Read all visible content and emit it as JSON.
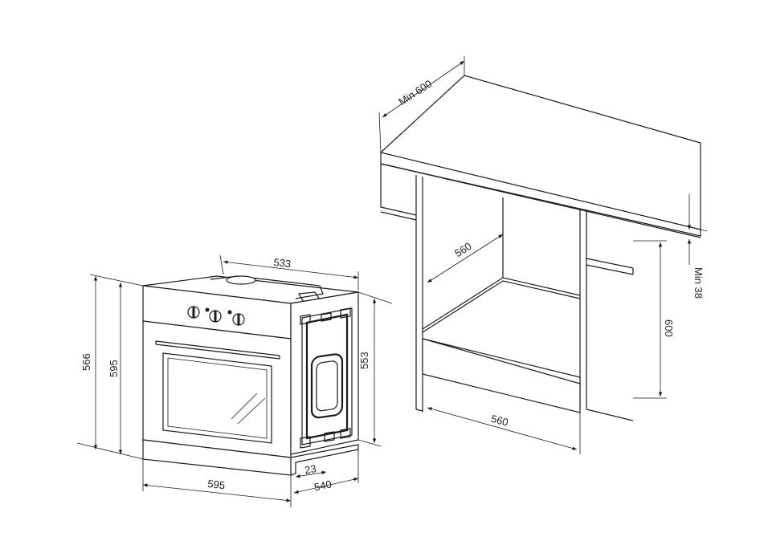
{
  "oven": {
    "dim_top_depth": "533",
    "dim_height_outer": "566",
    "dim_height_front": "595",
    "dim_side_height": "553",
    "dim_width": "595",
    "dim_depth": "540",
    "dim_panel": "23"
  },
  "cabinet": {
    "dim_min_depth": "Min 600",
    "dim_inner_depth": "560",
    "dim_min_top": "Min 38",
    "dim_height": "600",
    "dim_width": "560"
  }
}
